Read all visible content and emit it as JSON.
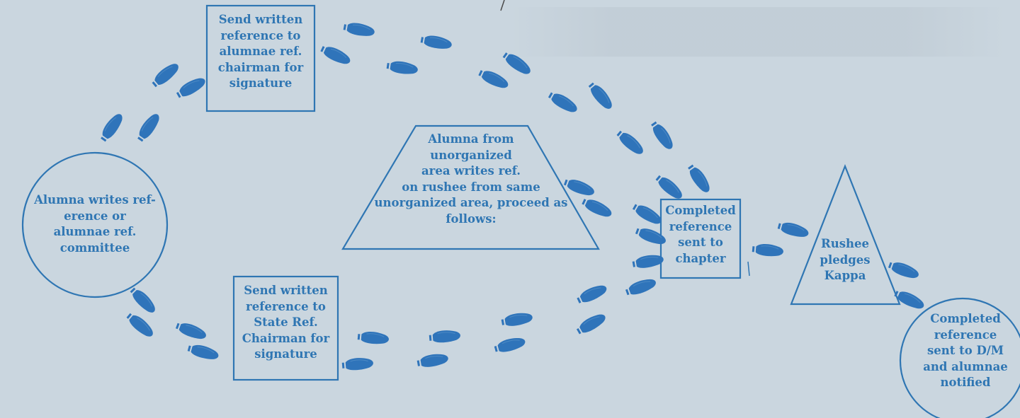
{
  "nodes": {
    "start_circle": "Alumna writes ref-\nerence or\nalumnae ref.\ncommittee",
    "top_box": "Send written\nreference to\nalumnae ref.\nchairman for\nsignature",
    "bottom_box": "Send written\nreference to\nState Ref.\nChairman for\nsignature",
    "trapezoid": "Alumna from\nunorganized\narea writes ref.\non rushee from same\nunorganized area, proceed as\nfollows:",
    "chapter_box": "Completed\nreference\nsent to\nchapter",
    "triangle": "Rushee\npledges\nKappa",
    "end_circle": "Completed\nreference\nsent to D/M\nand alumnae\nnotified"
  },
  "colors": {
    "background": "#cad6df",
    "ink": "#2f76b3",
    "footprint": "#2f74ba"
  }
}
